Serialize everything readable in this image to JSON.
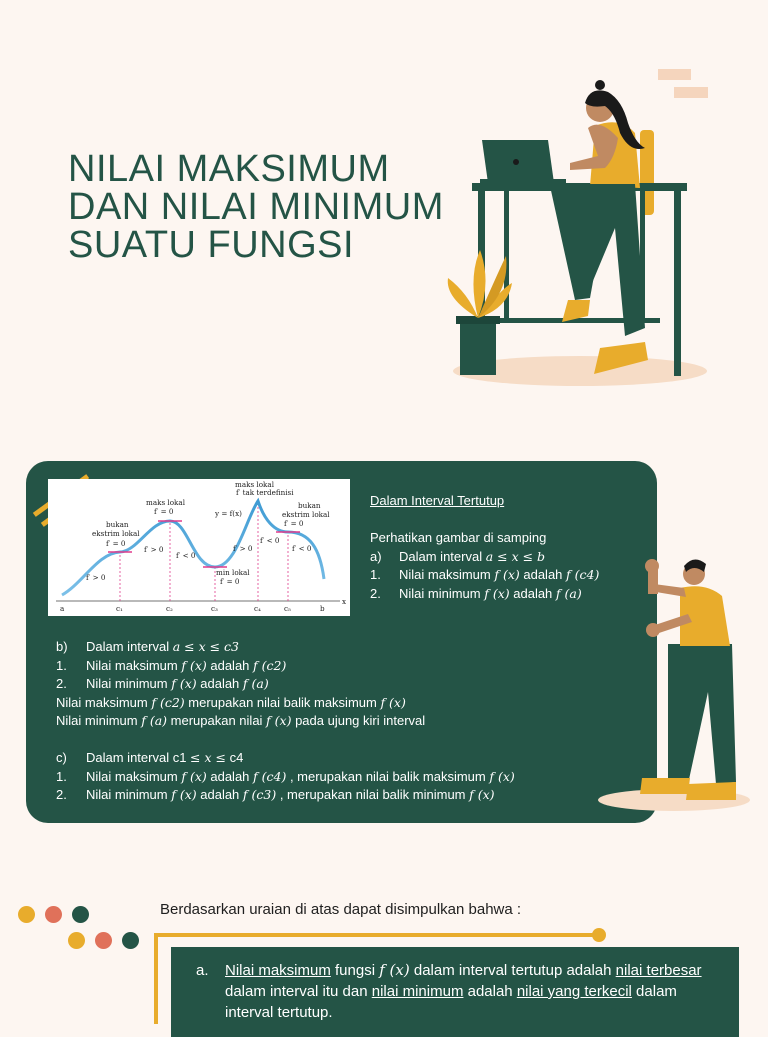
{
  "title": {
    "line1": "NILAI MAKSIMUM",
    "line2": "DAN NILAI MINIMUM",
    "line3": "SUATU FUNGSI"
  },
  "graph": {
    "labels": {
      "maks_lokal_top": "maks lokal",
      "tak_terdefinisi": "f′ tak terdefinisi",
      "maks_lokal": "maks lokal",
      "f0_a": "f′ = 0",
      "bukan_left_1": "bukan",
      "bukan_left_2": "ekstrim lokal",
      "f0_left": "f′ = 0",
      "fpos_1": "f′ > 0",
      "fpos_2": "f′ > 0",
      "fneg_1": "f′ < 0",
      "yfx": "y = f(x)",
      "min_lokal": "min lokal",
      "f0_min": "f′ = 0",
      "fpos_3": "f′ > 0",
      "fneg_2": "f′ < 0",
      "bukan_right_1": "bukan",
      "bukan_right_2": "ekstrim lokal",
      "f0_right": "f′ = 0",
      "fneg_3": "f′ < 0",
      "x_axis": "x",
      "ticks": [
        "a",
        "c₁",
        "c₂",
        "c₃",
        "c₄",
        "c₅",
        "b"
      ]
    }
  },
  "panel": {
    "heading": "Dalam Interval Tertutup",
    "intro": "Perhatikan gambar di samping",
    "a": {
      "marker": "a)",
      "text": "Dalam interval ",
      "math": "a ≤ x ≤ b",
      "items": [
        {
          "n": "1.",
          "t1": "Nilai maksimum ",
          "m1": "f (x)",
          "t2": " adalah ",
          "m2": "f (c4)"
        },
        {
          "n": "2.",
          "t1": "Nilai minimum ",
          "m1": "f (x)",
          "t2": " adalah ",
          "m2": "f (a)"
        }
      ]
    },
    "b": {
      "marker": "b)",
      "text": "Dalam interval ",
      "math": "a ≤ x ≤ c3",
      "items": [
        {
          "n": "1.",
          "t1": "Nilai maksimum ",
          "m1": "f (x)",
          "t2": " adalah ",
          "m2": "f (c2)"
        },
        {
          "n": "2.",
          "t1": "Nilai minimum ",
          "m1": "f (x)",
          "t2": " adalah ",
          "m2": "f (a)"
        }
      ],
      "note1": {
        "t1": "Nilai maksimum ",
        "m1": "f (c2)",
        "t2": " merupakan nilai balik maksimum ",
        "m2": "f (x)"
      },
      "note2": {
        "t1": "Nilai minimum ",
        "m1": "f (a)",
        "t2": " merupakan nilai ",
        "m2": "f (x)",
        "t3": " pada ujung kiri interval"
      }
    },
    "c": {
      "marker": "c)",
      "text": "Dalam interval c1 ",
      "math": "≤ x ≤",
      "text2": " c4",
      "items": [
        {
          "n": "1.",
          "t1": "Nilai maksimum ",
          "m1": "f (x)",
          "t2": " adalah ",
          "m2": "f (c4)",
          "t3": " , merupakan nilai balik maksimum ",
          "m3": "f (x)"
        },
        {
          "n": "2.",
          "t1": "Nilai minimum ",
          "m1": "f (x)",
          "t2": " adalah ",
          "m2": "f (c3)",
          "t3": " , merupakan nilai balik minimum ",
          "m3": "f (x)"
        }
      ]
    }
  },
  "conclusion": {
    "heading": "Berdasarkan uraian di atas dapat disimpulkan bahwa :",
    "item_marker": "a.",
    "u1": "Nilai maksimum",
    "t1": " fungsi ",
    "m1": "f (x)",
    "t2": " dalam interval tertutup adalah ",
    "u2": "nilai terbesar",
    "t3": " dalam interval itu dan ",
    "u3": "nilai minimum",
    "t4": " adalah ",
    "u4": "nilai yang terkecil",
    "t5": " dalam interval tertutup."
  },
  "colors": {
    "green": "#245446",
    "yellow": "#e8ac2c",
    "coral": "#e0715a",
    "background": "#fdf6f1"
  }
}
